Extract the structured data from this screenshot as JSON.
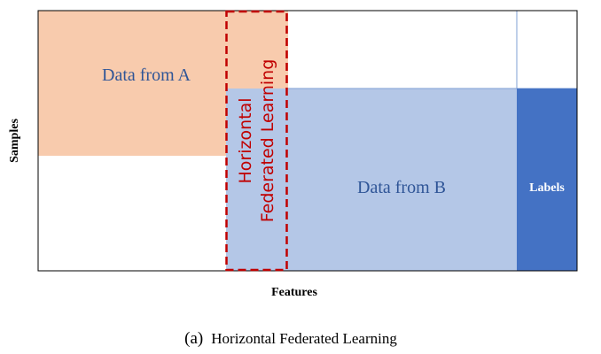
{
  "diagram": {
    "data_a_label": "Data from A",
    "data_b_label": "Data from B",
    "labels_label": "Labels",
    "hfl_line1": "Horizontal",
    "hfl_line2": "Federated Learning",
    "y_axis_label": "Samples",
    "x_axis_label": "Features",
    "caption_prefix": "(a)",
    "caption_text": "Horizontal Federated Learning"
  },
  "colors": {
    "data_a_fill": "#f8cbad",
    "data_b_fill": "#b4c7e7",
    "labels_fill": "#4472c4",
    "hfl_outline": "#c00000",
    "data_text": "#2f5597",
    "outline": "#000000"
  }
}
